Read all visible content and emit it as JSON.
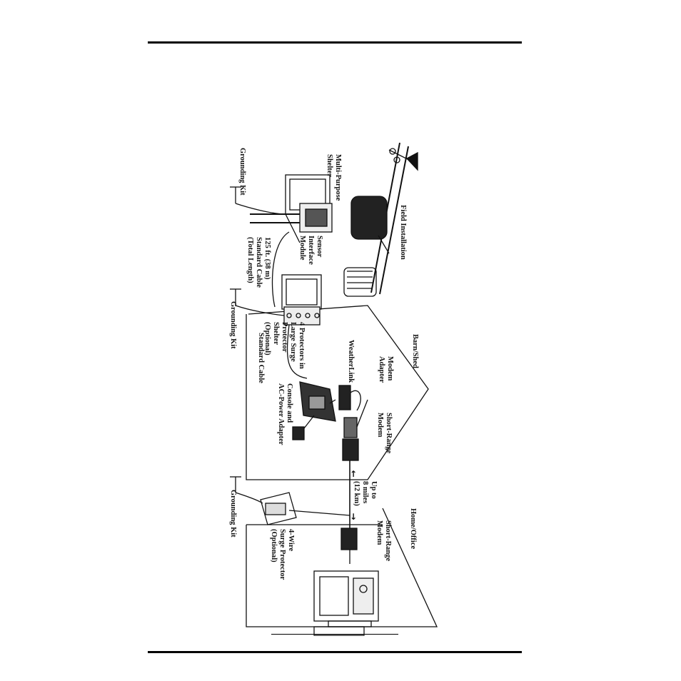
{
  "sections": {
    "field": "Field Installation",
    "barn": "Barn/Shed",
    "home": "Home/Office"
  },
  "labels": {
    "multi_purpose_shelter": "Multi-Purpose\nShelter",
    "grounding_kit_1": "Grounding Kit",
    "sensor_interface_module": "Sensor\nInterface\nModule",
    "cable_125ft": "125 ft. (38 m)\nStandard Cable\n(Total Length)",
    "grounding_kit_2": "Grounding Kit",
    "protectors": "4 Protectors in\nLarge Surge\nProtector\nShelter\n(Optional)",
    "standard_cable": "Standard Cable",
    "modem_adapter": "Modem\nAdapter",
    "weatherlink": "WeatherLink",
    "console": "Console and\nAC-Power Adapter",
    "short_range_modem_1": "Short-Range\nModem",
    "distance": "Up to\n8 miles\n(12 km)",
    "grounding_kit_3": "Grounding Kit",
    "short_range_modem_2": "Short-Range\nModem",
    "four_wire_protector": "4-Wire\nSurge Protector\n(Optional)"
  },
  "colors": {
    "ink": "#111111",
    "paper": "#ffffff"
  }
}
